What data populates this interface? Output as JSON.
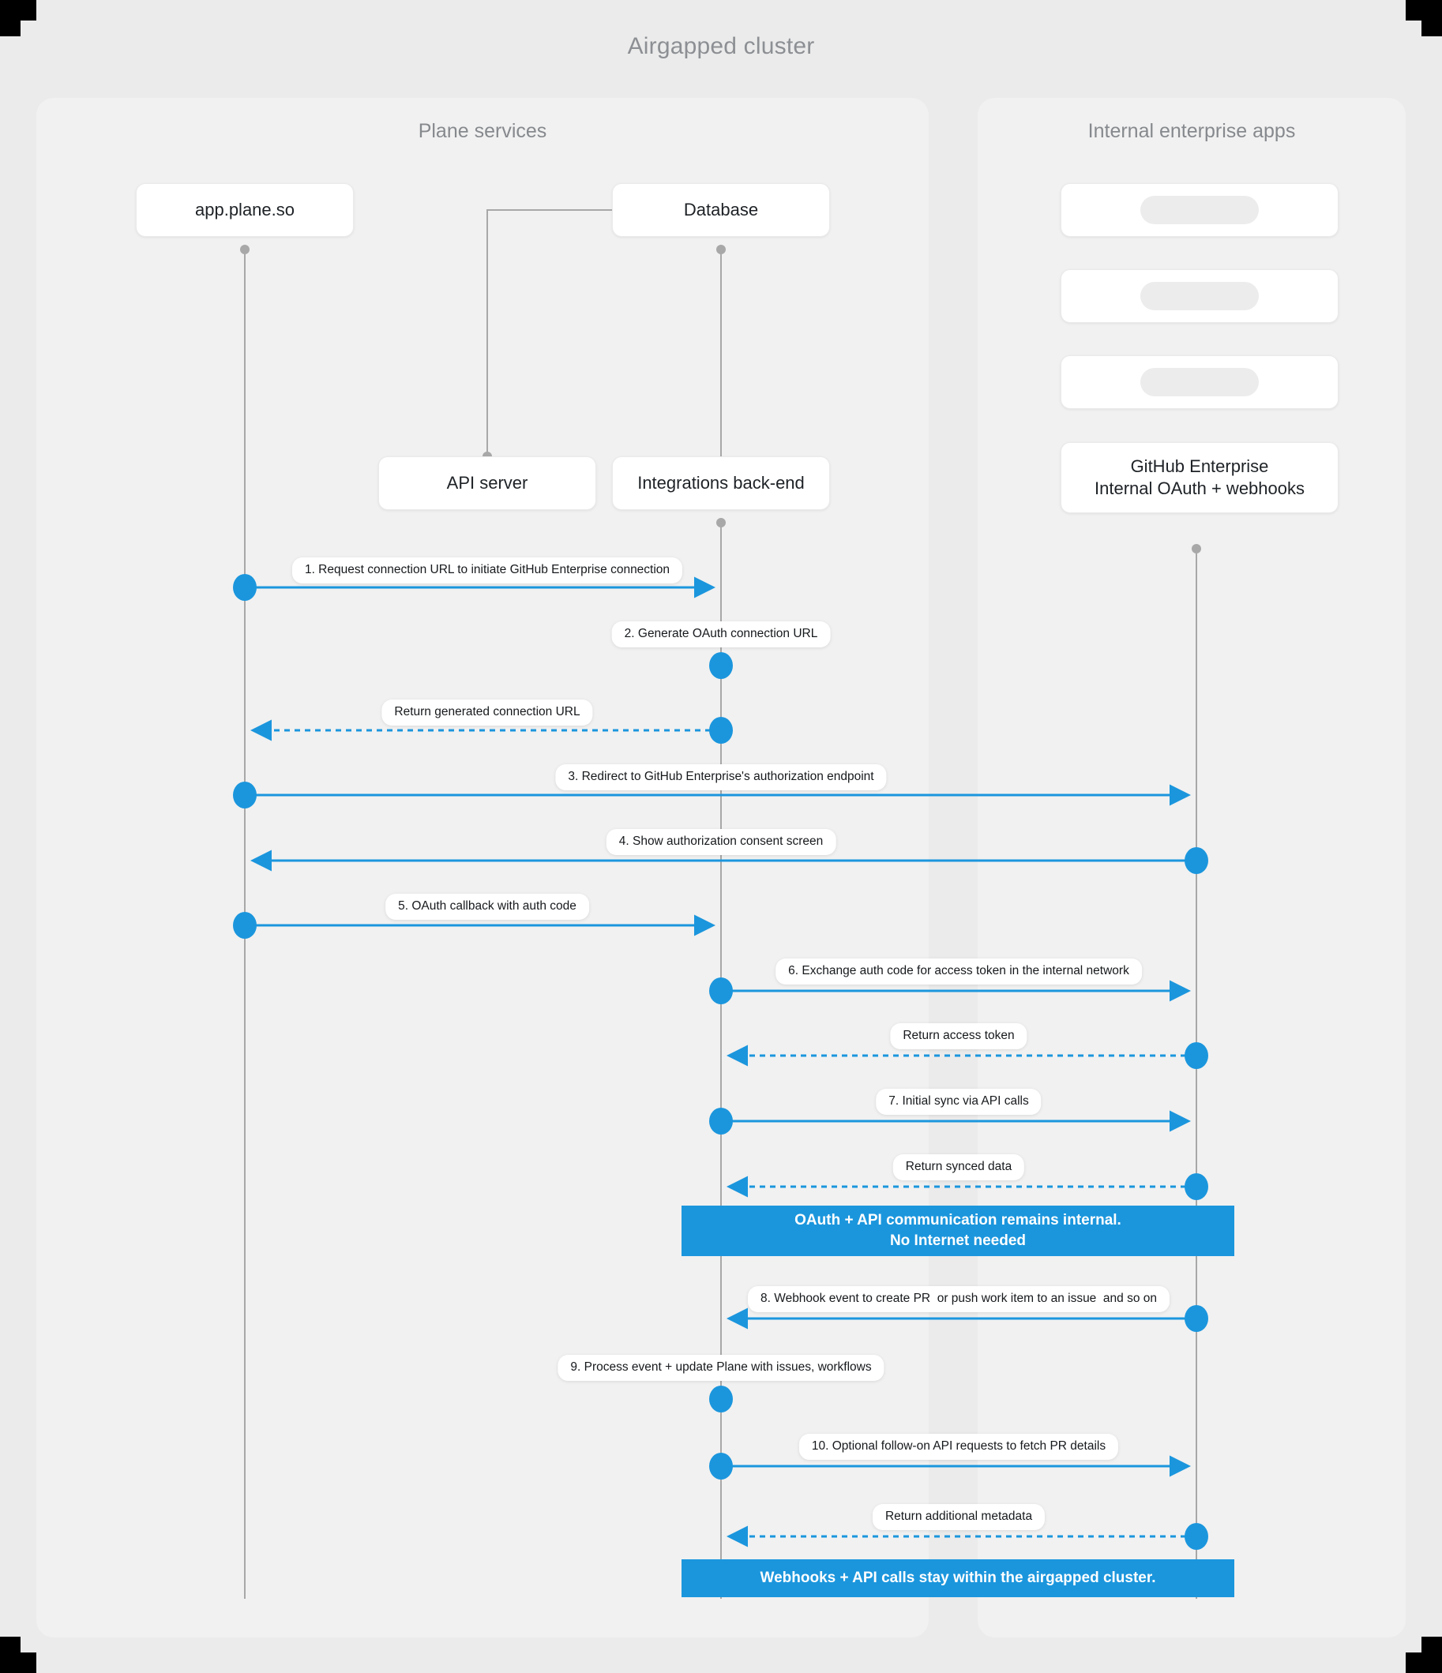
{
  "diagram": {
    "title": "Airgapped cluster",
    "type": "sequence",
    "accent_color": "#1b96dd",
    "background_color": "#ebebeb",
    "panel_color": "#f1f1f1"
  },
  "groups": [
    {
      "id": "plane",
      "title": "Plane services"
    },
    {
      "id": "internal",
      "title": "Internal enterprise apps"
    }
  ],
  "actors": {
    "app_plane": "app.plane.so",
    "database": "Database",
    "api_server": "API server",
    "integrations_backend": "Integrations back-end",
    "github_enterprise_line1": "GitHub Enterprise",
    "github_enterprise_line2": "Internal OAuth + webhooks",
    "placeholder_1": "",
    "placeholder_2": "",
    "placeholder_3": ""
  },
  "messages": [
    {
      "n": 1,
      "label": "1. Request connection URL to initiate GitHub Enterprise connection",
      "from": "app.plane.so",
      "to": "Integrations back-end",
      "style": "solid",
      "dir": "right"
    },
    {
      "n": 2,
      "label": "2. Generate OAuth connection URL",
      "from": "Integrations back-end",
      "to": "Integrations back-end",
      "style": "self",
      "dir": "self"
    },
    {
      "n": null,
      "label": "Return generated connection URL",
      "from": "Integrations back-end",
      "to": "app.plane.so",
      "style": "dashed",
      "dir": "left"
    },
    {
      "n": 3,
      "label": "3. Redirect to GitHub Enterprise's authorization endpoint",
      "from": "app.plane.so",
      "to": "GitHub Enterprise",
      "style": "solid",
      "dir": "right"
    },
    {
      "n": 4,
      "label": "4. Show authorization consent screen",
      "from": "GitHub Enterprise",
      "to": "app.plane.so",
      "style": "solid",
      "dir": "left"
    },
    {
      "n": 5,
      "label": "5. OAuth callback with auth code",
      "from": "app.plane.so",
      "to": "Integrations back-end",
      "style": "solid",
      "dir": "right"
    },
    {
      "n": 6,
      "label": "6. Exchange auth code for access token in the internal network",
      "from": "Integrations back-end",
      "to": "GitHub Enterprise",
      "style": "solid",
      "dir": "right"
    },
    {
      "n": null,
      "label": "Return access token",
      "from": "GitHub Enterprise",
      "to": "Integrations back-end",
      "style": "dashed",
      "dir": "left"
    },
    {
      "n": 7,
      "label": "7. Initial sync via API calls",
      "from": "Integrations back-end",
      "to": "GitHub Enterprise",
      "style": "solid",
      "dir": "right"
    },
    {
      "n": null,
      "label": "Return synced data",
      "from": "GitHub Enterprise",
      "to": "Integrations back-end",
      "style": "dashed",
      "dir": "left"
    },
    {
      "n": 8,
      "label": "8. Webhook event to create PR  or push work item to an issue  and so on",
      "from": "GitHub Enterprise",
      "to": "Integrations back-end",
      "style": "solid",
      "dir": "left"
    },
    {
      "n": 9,
      "label": "9. Process event + update Plane with issues, workflows",
      "from": "Integrations back-end",
      "to": "Integrations back-end",
      "style": "self",
      "dir": "self"
    },
    {
      "n": 10,
      "label": "10. Optional follow-on API requests to fetch PR details",
      "from": "Integrations back-end",
      "to": "GitHub Enterprise",
      "style": "solid",
      "dir": "right"
    },
    {
      "n": null,
      "label": "Return additional metadata",
      "from": "GitHub Enterprise",
      "to": "Integrations back-end",
      "style": "dashed",
      "dir": "left"
    }
  ],
  "notes": [
    {
      "id": "note-1",
      "line1": "OAuth + API communication remains internal.",
      "line2": "No Internet needed"
    },
    {
      "id": "note-2",
      "line1": "Webhooks + API calls stay within the airgapped cluster.",
      "line2": ""
    }
  ]
}
